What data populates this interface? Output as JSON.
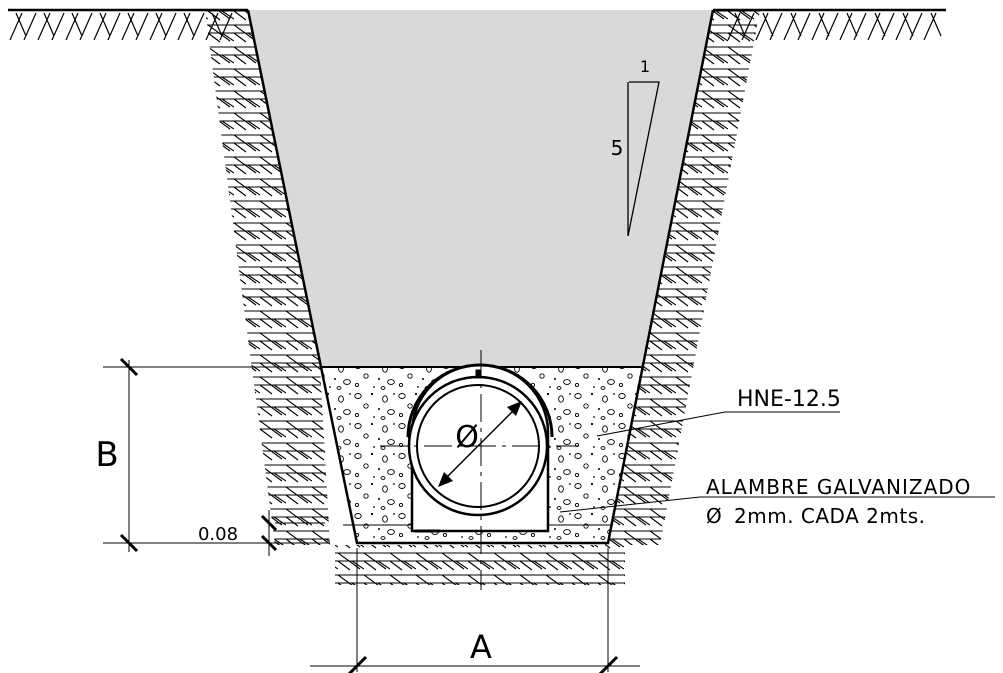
{
  "labels": {
    "dim_a": "A",
    "dim_b": "B",
    "dim_bedding": "0.08",
    "slope_rise": "5",
    "slope_run": "1",
    "pipe_diameter": "Ø",
    "pipe_spec": "HNE-12.5",
    "wire_line1": "ALAMBRE GALVANIZADO",
    "wire_line2_symbol": "Ø",
    "wire_line2": "2mm. CADA 2mts."
  },
  "colors": {
    "line": "#000000",
    "backfill_fill": "#d9d9d9",
    "background": "#ffffff"
  }
}
